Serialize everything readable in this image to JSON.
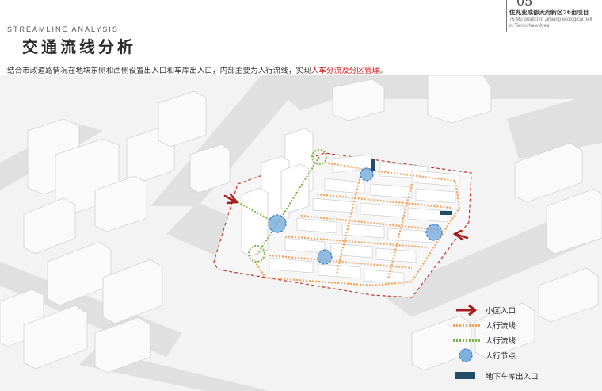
{
  "header": {
    "subtitle": "Streamline analysis",
    "title": "交通流线分析"
  },
  "project": {
    "number": "05",
    "name_zh": "住兆业成都天府新区76亩项目",
    "name_en": "76 Mu project of Jinjiang ecological belt in Tianfu New Area"
  },
  "description": {
    "text": "结合市政道路情况在地块东侧和西侧设置出入口和车库出入口，内部主要为人行流线，实现",
    "highlight": "人车分流及分区管理",
    "end": "。"
  },
  "legend": [
    {
      "key": "entrance",
      "label": "小区入口",
      "icon": "red-arrow-icon",
      "color": "#a61c1c"
    },
    {
      "key": "ped-orange",
      "label": "人行流线",
      "icon": "orange-dashed-line-icon",
      "color": "#f2a35a"
    },
    {
      "key": "ped-green",
      "label": "人行流线",
      "icon": "green-dashed-line-icon",
      "color": "#7ab648"
    },
    {
      "key": "node",
      "label": "人行节点",
      "icon": "blue-circle-node-icon",
      "color": "#6fa3d8"
    },
    {
      "key": "garage",
      "label": "地下车库出入口",
      "icon": "navy-bar-icon",
      "color": "#1f4e66"
    }
  ]
}
